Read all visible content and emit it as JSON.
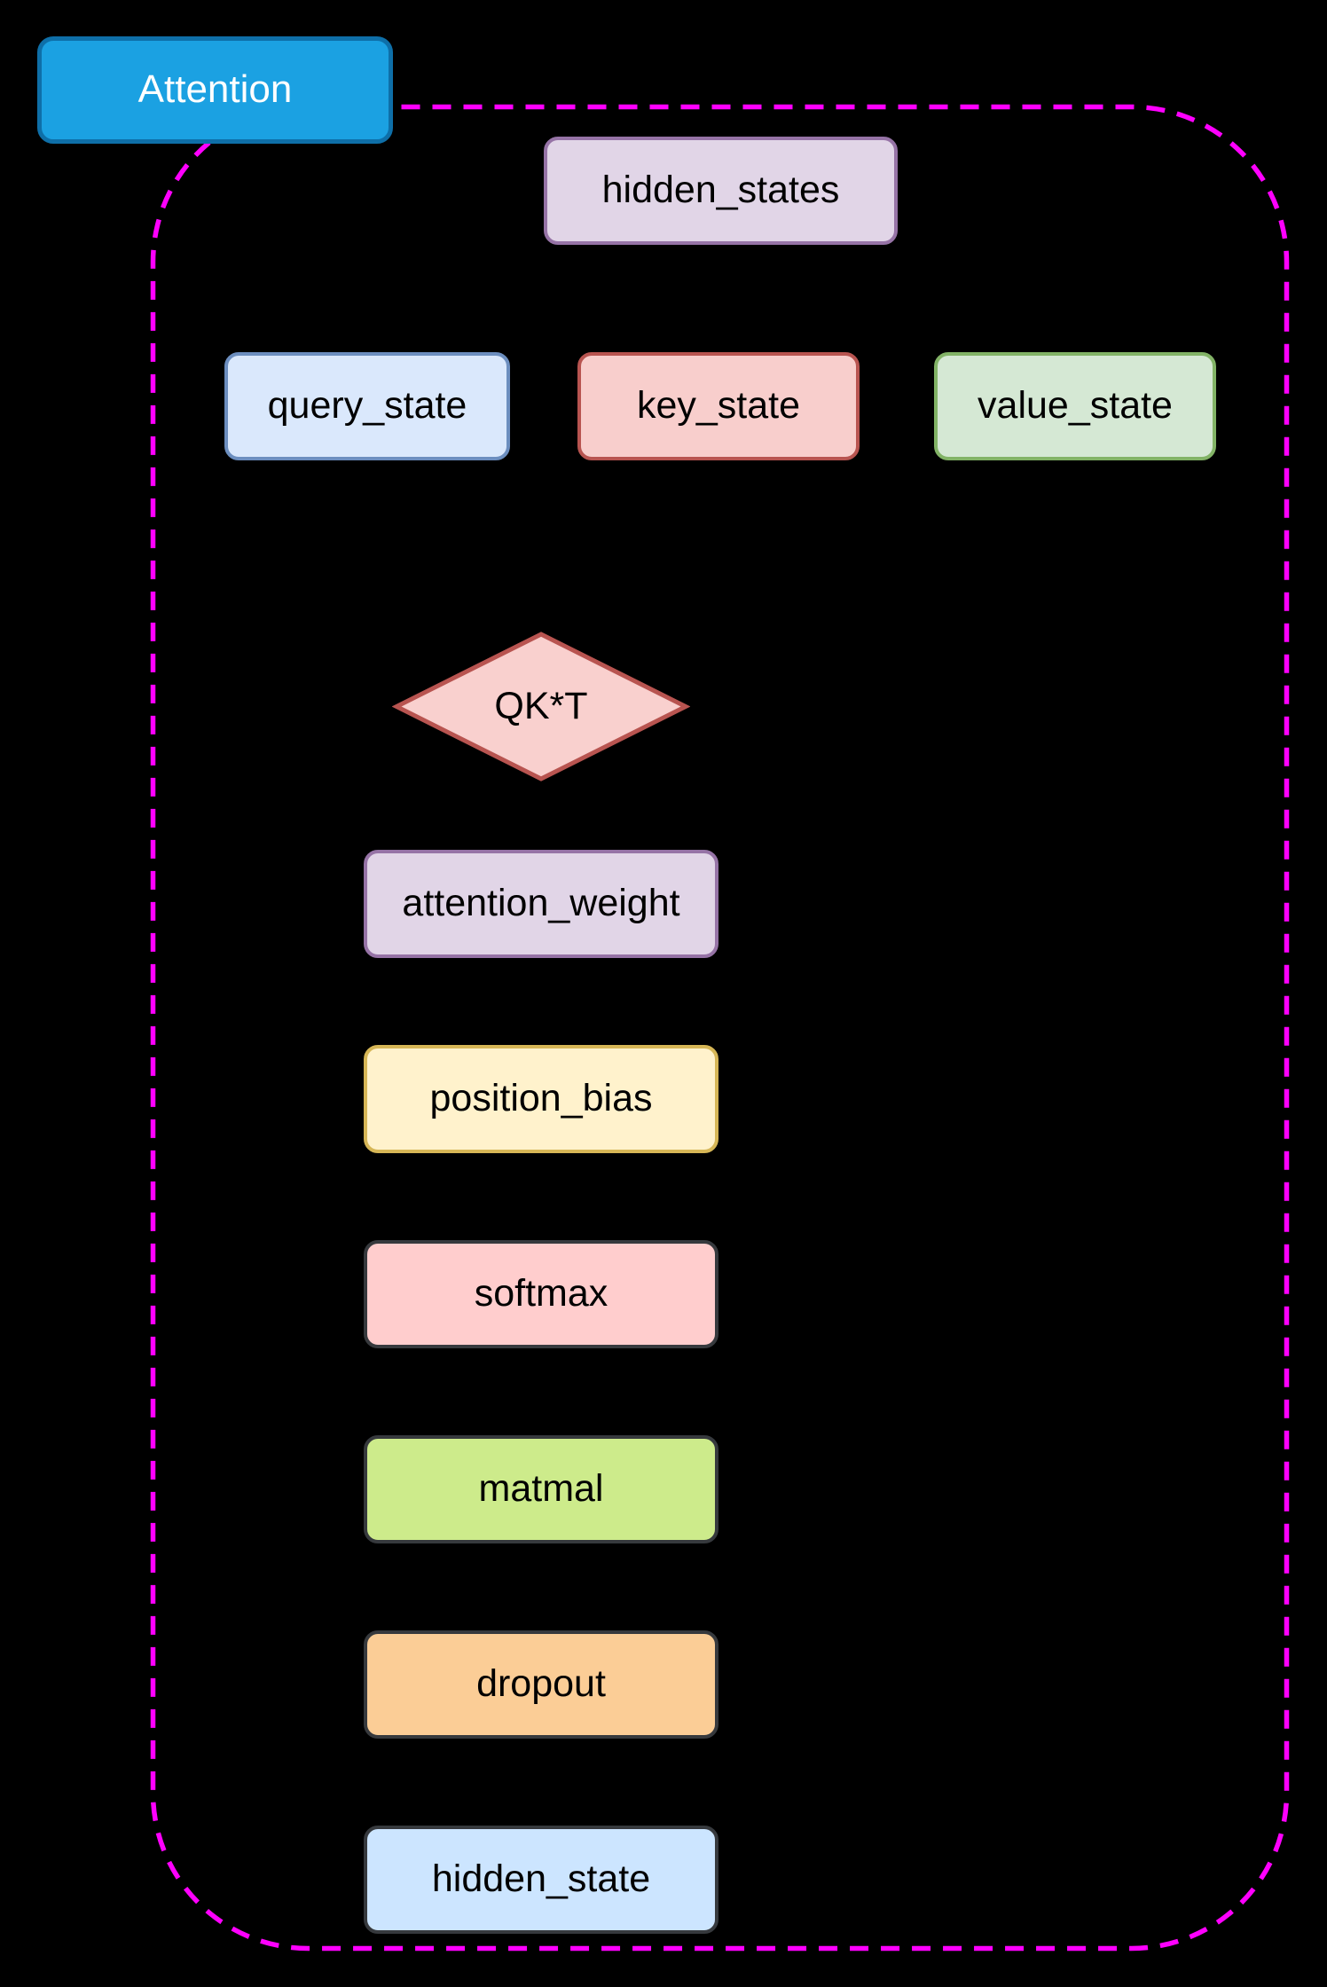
{
  "diagram": {
    "background": "#000000",
    "container": {
      "stroke": "#ff00ff",
      "style": "dashed"
    },
    "nodes": {
      "attention_title": {
        "label": "Attention",
        "fill": "#1ba1e2",
        "stroke": "#0e6fa8",
        "text_color": "#ffffff"
      },
      "hidden_states": {
        "label": "hidden_states",
        "fill": "#e1d5e7",
        "stroke": "#9673a6"
      },
      "query_state": {
        "label": "query_state",
        "fill": "#dae8fc",
        "stroke": "#6c8ebf"
      },
      "key_state": {
        "label": "key_state",
        "fill": "#f8cecc",
        "stroke": "#b85450"
      },
      "value_state": {
        "label": "value_state",
        "fill": "#d5e8d4",
        "stroke": "#82b366"
      },
      "qkt": {
        "label": "QK*T",
        "fill": "#f9d0ce",
        "stroke": "#b85450",
        "shape": "diamond"
      },
      "attention_weight": {
        "label": "attention_weight",
        "fill": "#e1d5e7",
        "stroke": "#9673a6"
      },
      "position_bias": {
        "label": "position_bias",
        "fill": "#fff2cc",
        "stroke": "#d6b656"
      },
      "softmax": {
        "label": "softmax",
        "fill": "#ffcdcd",
        "stroke": "#36393d"
      },
      "matmal": {
        "label": "matmal",
        "fill": "#cdeb8b",
        "stroke": "#36393d"
      },
      "dropout": {
        "label": "dropout",
        "fill": "#fbcd96",
        "stroke": "#36393d"
      },
      "hidden_state": {
        "label": "hidden_state",
        "fill": "#cce5ff",
        "stroke": "#36393d"
      }
    }
  }
}
